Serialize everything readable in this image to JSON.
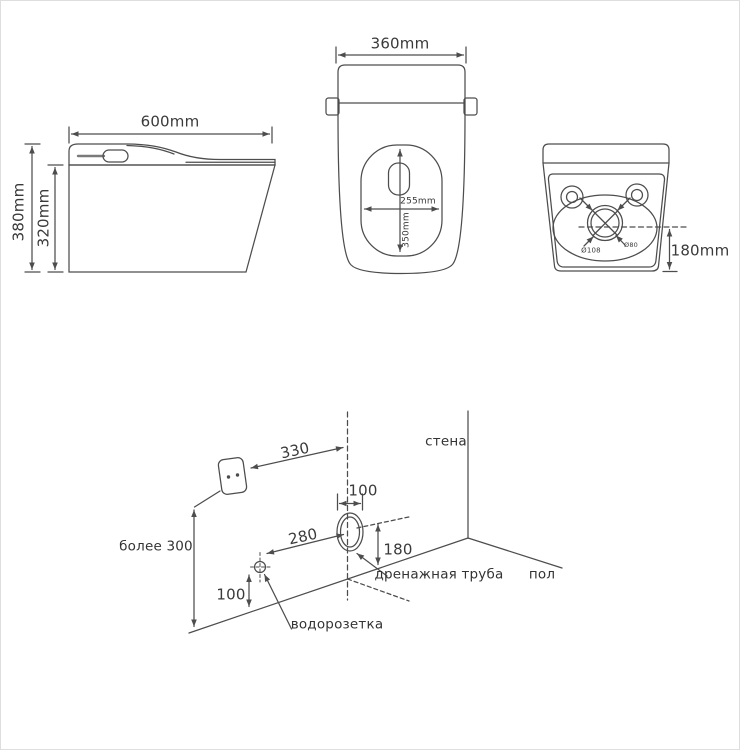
{
  "drawing": {
    "type": "toilet installation technical drawing",
    "views": {
      "side": {
        "width": "600mm",
        "overall_height": "380mm",
        "bowl_height": "320mm"
      },
      "top": {
        "width": "360mm",
        "opening_width": "255mm",
        "opening_depth": "350mm"
      },
      "rear": {
        "outlet_axis_height": "180mm",
        "drain_outer_diameter": "Ø108",
        "drain_inner_diameter": "Ø80"
      }
    },
    "installation": {
      "labels": {
        "wall": "стена",
        "floor": "пол",
        "drain_pipe": "дренажная труба",
        "water_socket": "водорозетка"
      },
      "dimensions": {
        "socket_to_drain_axis": "330",
        "drain_pipe_width": "100",
        "water_socket_to_drain_axis": "280",
        "drain_axis_height": "180",
        "water_socket_height": "100",
        "power_socket_height": "более 300"
      }
    },
    "colors": {
      "background": "#ffffff",
      "line": "#4d4d4d",
      "text": "#3a3a3a"
    }
  }
}
